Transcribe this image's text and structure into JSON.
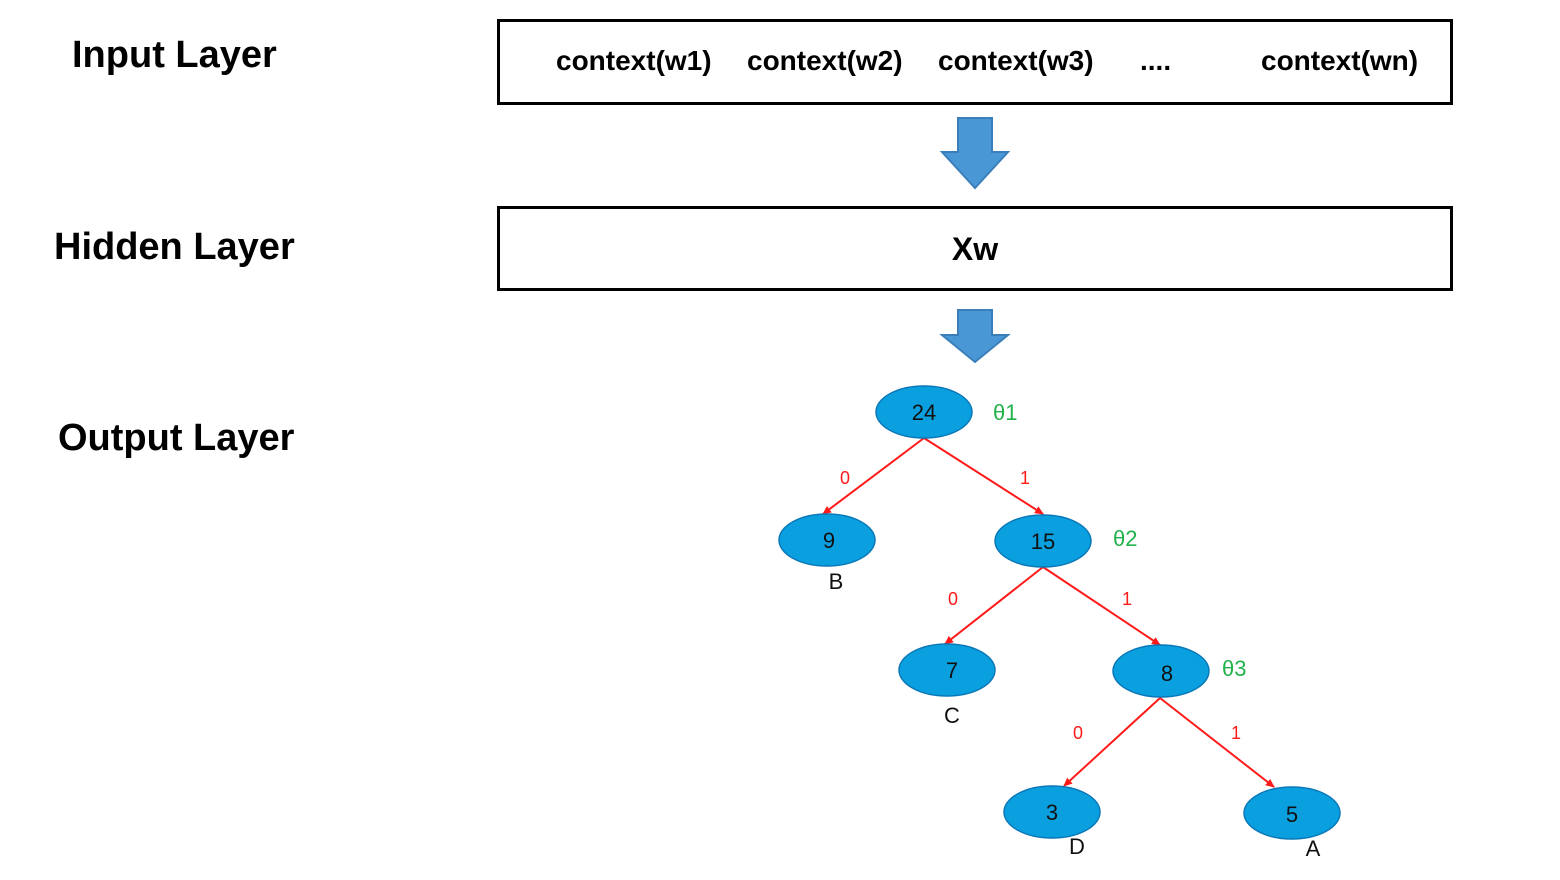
{
  "layers": {
    "input": "Input Layer",
    "hidden": "Hidden Layer",
    "output": "Output Layer"
  },
  "input_box": {
    "items": [
      "context(w1)",
      "context(w2)",
      "context(w3)",
      "....",
      "context(wn)"
    ]
  },
  "hidden_box": {
    "text": "Xw"
  },
  "tree": {
    "nodes": {
      "n24": {
        "value": "24",
        "theta": "θ1"
      },
      "n9": {
        "value": "9",
        "leaf": "B"
      },
      "n15": {
        "value": "15",
        "theta": "θ2"
      },
      "n7": {
        "value": "7",
        "leaf": "C"
      },
      "n8": {
        "value": "8",
        "theta": "θ3"
      },
      "n3": {
        "value": "3",
        "leaf": "D"
      },
      "n5": {
        "value": "5",
        "leaf": "A"
      }
    },
    "edges": [
      {
        "from": "n24",
        "to": "n9",
        "label": "0"
      },
      {
        "from": "n24",
        "to": "n15",
        "label": "1"
      },
      {
        "from": "n15",
        "to": "n7",
        "label": "0"
      },
      {
        "from": "n15",
        "to": "n8",
        "label": "1"
      },
      {
        "from": "n8",
        "to": "n3",
        "label": "0"
      },
      {
        "from": "n8",
        "to": "n5",
        "label": "1"
      }
    ]
  },
  "colors": {
    "node_fill": "#0aa0e0",
    "node_stroke": "#0a78b8",
    "edge": "#ff1a1a",
    "theta": "#22b24c",
    "arrow_fill": "#4a97d6",
    "arrow_stroke": "#3a7fba"
  }
}
